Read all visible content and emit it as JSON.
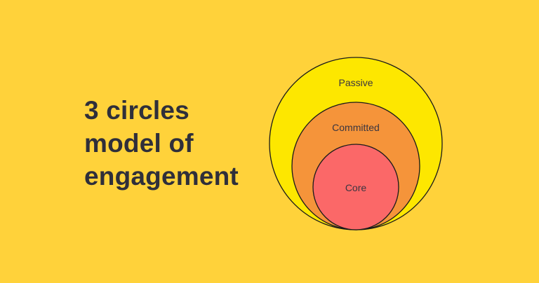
{
  "background_color": "#ffd23a",
  "headline": {
    "lines": [
      "3 circles",
      "model of",
      "engagement"
    ],
    "color": "#2f2f3a"
  },
  "circles": [
    {
      "name": "outer",
      "label": "Passive",
      "fill": "#fde700",
      "stroke": "#1a1a1a"
    },
    {
      "name": "middle",
      "label": "Committed",
      "fill": "#f5943a",
      "stroke": "#1a1a1a"
    },
    {
      "name": "inner",
      "label": "Core",
      "fill": "#fb6868",
      "stroke": "#1a1a1a"
    }
  ],
  "label_color": "#3a3540"
}
